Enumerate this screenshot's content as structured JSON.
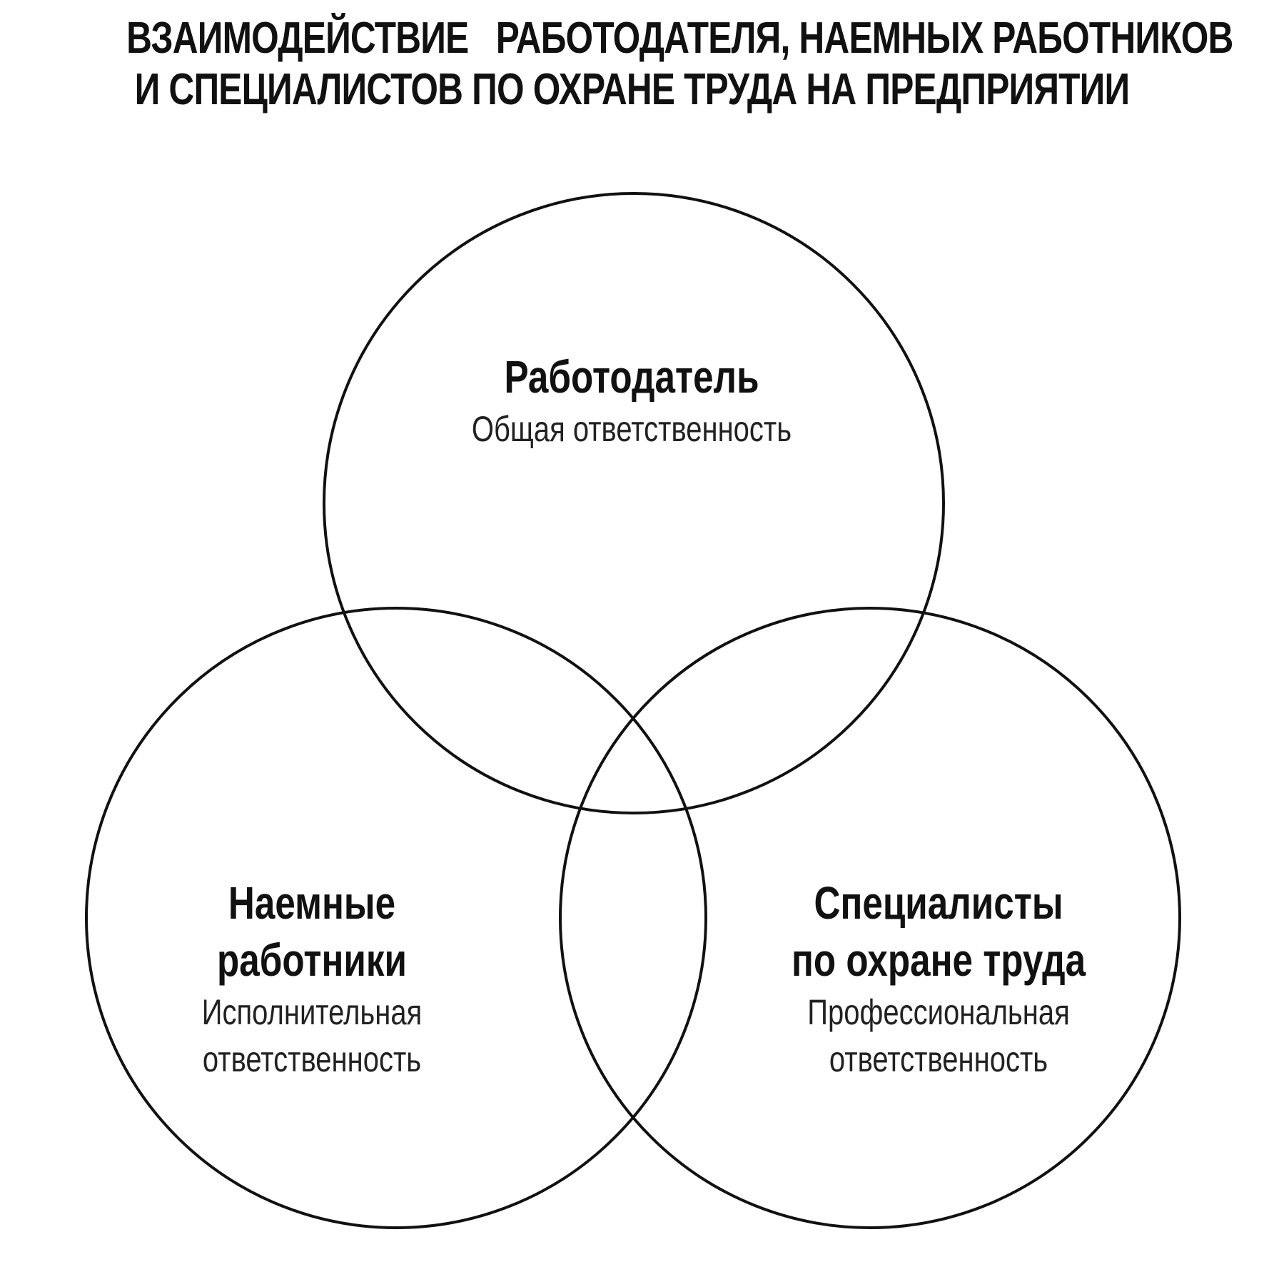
{
  "title": {
    "line1_part1": "ВЗАИМОДЕЙСТВИЕ",
    "line1_part2": "РАБОТОДАТЕЛЯ, НАЕМНЫХ РАБОТНИКОВ",
    "line2": "И СПЕЦИАЛИСТОВ ПО ОХРАНЕ ТРУДА НА ПРЕДПРИЯТИИ"
  },
  "circles": {
    "employer": {
      "name": "Работодатель",
      "responsibility": "Общая ответственность"
    },
    "employees": {
      "name_line1": "Наемные",
      "name_line2": "работники",
      "responsibility_line1": "Исполнительная",
      "responsibility_line2": "ответственность"
    },
    "specialists": {
      "name_line1": "Специалисты",
      "name_line2": "по охране труда",
      "responsibility_line1": "Профессиональная",
      "responsibility_line2": "ответственность"
    }
  },
  "colors": {
    "stroke": "#111111",
    "background": "#ffffff"
  }
}
